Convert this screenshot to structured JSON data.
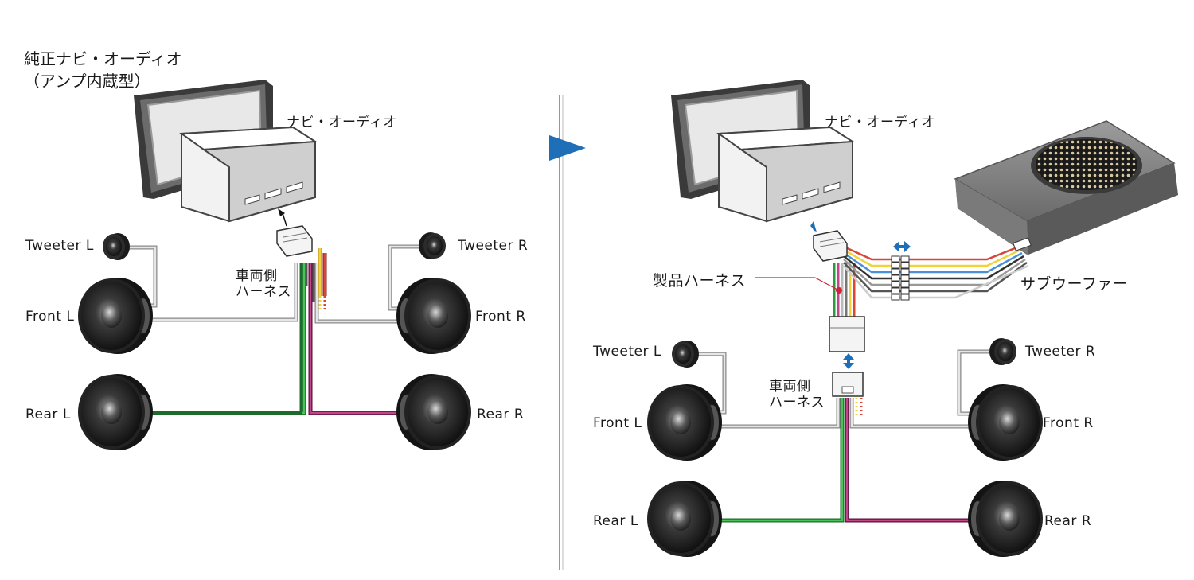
{
  "left_panel": {
    "title_line1": "純正ナビ・オーディオ",
    "title_line2": "（アンプ内蔵型）",
    "navi_label": "ナビ・オーディオ",
    "harness_line1": "車両側",
    "harness_line2": "ハーネス",
    "speakers": {
      "tweeter_l": "Tweeter L",
      "tweeter_r": "Tweeter R",
      "front_l": "Front L",
      "front_r": "Front R",
      "rear_l": "Rear L",
      "rear_r": "Rear R"
    }
  },
  "right_panel": {
    "navi_label": "ナビ・オーディオ",
    "product_harness": "製品ハーネス",
    "subwoofer_label": "サブウーファー",
    "harness_line1": "車両側",
    "harness_line2": "ハーネス",
    "speakers": {
      "tweeter_l": "Tweeter L",
      "tweeter_r": "Tweeter R",
      "front_l": "Front L",
      "front_r": "Front R",
      "rear_l": "Rear L",
      "rear_r": "Rear R"
    }
  },
  "colors": {
    "arrow_blue": "#1f6fb8",
    "wire_green": "#2e9a3e",
    "wire_purple": "#8a1e5a",
    "wire_yellow": "#f2d23a",
    "wire_red": "#c8332b",
    "wire_gray": "#bdbdbd",
    "accent_red": "#d0223a"
  }
}
